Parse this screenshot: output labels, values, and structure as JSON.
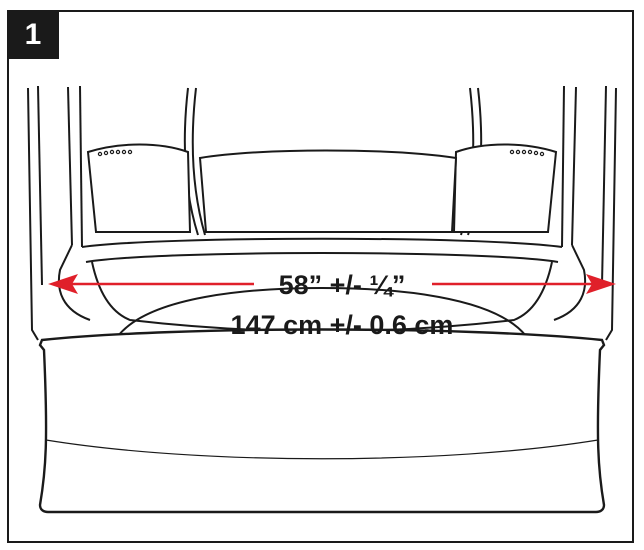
{
  "step": {
    "number": "1"
  },
  "dimension": {
    "imperial": "58” +/- ¼”",
    "metric": "147 cm +/- 0.6 cm"
  },
  "colors": {
    "arrow": "#e0202a",
    "line": "#1a1a1a",
    "background": "#ffffff"
  }
}
